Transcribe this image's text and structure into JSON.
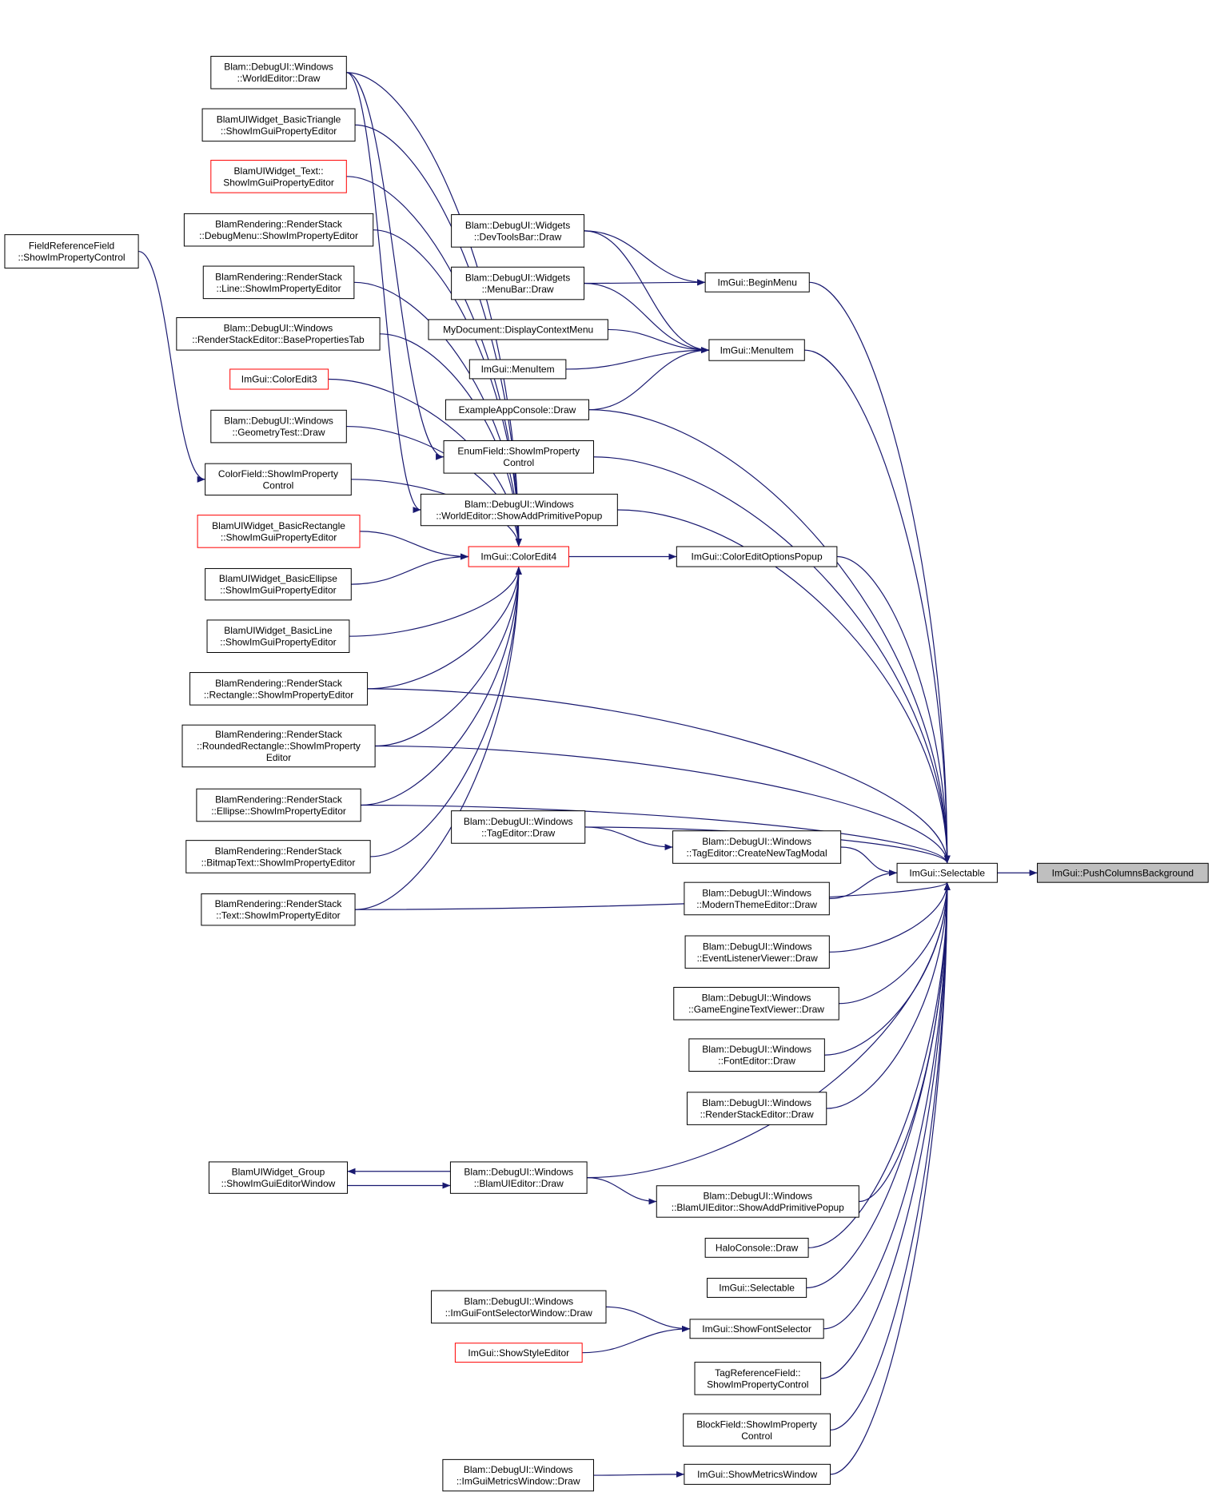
{
  "colors": {
    "edge": "#191970",
    "node_border": "#000000",
    "node_border_truncated": "#ff0000",
    "node_fill": "#ffffff",
    "root_fill": "#bfbfbf",
    "text": "#000000"
  },
  "nodes": [
    {
      "id": "push",
      "lines": [
        "ImGui::PushColumnsBackground"
      ],
      "root": true
    },
    {
      "id": "selectable",
      "lines": [
        "ImGui::Selectable"
      ]
    },
    {
      "id": "beginmenu",
      "lines": [
        "ImGui::BeginMenu"
      ]
    },
    {
      "id": "menuitem",
      "lines": [
        "ImGui::MenuItem"
      ]
    },
    {
      "id": "enumfield",
      "lines": [
        "EnumField::ShowImProperty",
        "Control"
      ]
    },
    {
      "id": "showaddprim",
      "lines": [
        "Blam::DebugUI::Windows",
        "::WorldEditor::ShowAddPrimitivePopup"
      ]
    },
    {
      "id": "coloredit4",
      "lines": [
        "ImGui::ColorEdit4"
      ],
      "truncated": true
    },
    {
      "id": "coloreditopts",
      "lines": [
        "ImGui::ColorEditOptionsPopup"
      ]
    },
    {
      "id": "devtoolsbar",
      "lines": [
        "Blam::DebugUI::Widgets",
        "::DevToolsBar::Draw"
      ]
    },
    {
      "id": "menubar",
      "lines": [
        "Blam::DebugUI::Widgets",
        "::MenuBar::Draw"
      ]
    },
    {
      "id": "mydoc",
      "lines": [
        "MyDocument::DisplayContextMenu"
      ]
    },
    {
      "id": "menuitem2",
      "lines": [
        "ImGui::MenuItem"
      ]
    },
    {
      "id": "appconsole",
      "lines": [
        "ExampleAppConsole::Draw"
      ]
    },
    {
      "id": "worldeditor",
      "lines": [
        "Blam::DebugUI::Windows",
        "::WorldEditor::Draw"
      ]
    },
    {
      "id": "basictri",
      "lines": [
        "BlamUIWidget_BasicTriangle",
        "::ShowImGuiPropertyEditor"
      ]
    },
    {
      "id": "uiwtext",
      "lines": [
        "BlamUIWidget_Text::",
        "ShowImGuiPropertyEditor"
      ],
      "truncated": true
    },
    {
      "id": "rsdebugmenu",
      "lines": [
        "BlamRendering::RenderStack",
        "::DebugMenu::ShowImPropertyEditor"
      ]
    },
    {
      "id": "rsline",
      "lines": [
        "BlamRendering::RenderStack",
        "::Line::ShowImPropertyEditor"
      ]
    },
    {
      "id": "rseditbase",
      "lines": [
        "Blam::DebugUI::Windows",
        "::RenderStackEditor::BasePropertiesTab"
      ]
    },
    {
      "id": "coloredit3",
      "lines": [
        "ImGui::ColorEdit3"
      ],
      "truncated": true
    },
    {
      "id": "geomtest",
      "lines": [
        "Blam::DebugUI::Windows",
        "::GeometryTest::Draw"
      ]
    },
    {
      "id": "colorfield",
      "lines": [
        "ColorField::ShowImProperty",
        "Control"
      ]
    },
    {
      "id": "basicrect",
      "lines": [
        "BlamUIWidget_BasicRectangle",
        "::ShowImGuiPropertyEditor"
      ],
      "truncated": true
    },
    {
      "id": "basicellipse",
      "lines": [
        "BlamUIWidget_BasicEllipse",
        "::ShowImGuiPropertyEditor"
      ]
    },
    {
      "id": "basicline",
      "lines": [
        "BlamUIWidget_BasicLine",
        "::ShowImGuiPropertyEditor"
      ]
    },
    {
      "id": "rsrect",
      "lines": [
        "BlamRendering::RenderStack",
        "::Rectangle::ShowImPropertyEditor"
      ]
    },
    {
      "id": "rsroundrect",
      "lines": [
        "BlamRendering::RenderStack",
        "::RoundedRectangle::ShowImProperty",
        "Editor"
      ]
    },
    {
      "id": "rsellipse",
      "lines": [
        "BlamRendering::RenderStack",
        "::Ellipse::ShowImPropertyEditor"
      ]
    },
    {
      "id": "rsbitmaptext",
      "lines": [
        "BlamRendering::RenderStack",
        "::BitmapText::ShowImPropertyEditor"
      ]
    },
    {
      "id": "rstext",
      "lines": [
        "BlamRendering::RenderStack",
        "::Text::ShowImPropertyEditor"
      ]
    },
    {
      "id": "fieldref",
      "lines": [
        "FieldReferenceField",
        "::ShowImPropertyControl"
      ]
    },
    {
      "id": "tageditor",
      "lines": [
        "Blam::DebugUI::Windows",
        "::TagEditor::Draw"
      ]
    },
    {
      "id": "tagmodal",
      "lines": [
        "Blam::DebugUI::Windows",
        "::TagEditor::CreateNewTagModal"
      ]
    },
    {
      "id": "moderntheme",
      "lines": [
        "Blam::DebugUI::Windows",
        "::ModernThemeEditor::Draw"
      ]
    },
    {
      "id": "eventlistener",
      "lines": [
        "Blam::DebugUI::Windows",
        "::EventListenerViewer::Draw"
      ]
    },
    {
      "id": "gameenginetext",
      "lines": [
        "Blam::DebugUI::Windows",
        "::GameEngineTextViewer::Draw"
      ]
    },
    {
      "id": "fonteditor",
      "lines": [
        "Blam::DebugUI::Windows",
        "::FontEditor::Draw"
      ]
    },
    {
      "id": "rseditdraw",
      "lines": [
        "Blam::DebugUI::Windows",
        "::RenderStackEditor::Draw"
      ]
    },
    {
      "id": "uiwgroup",
      "lines": [
        "BlamUIWidget_Group",
        "::ShowImGuiEditorWindow"
      ]
    },
    {
      "id": "uieditor",
      "lines": [
        "Blam::DebugUI::Windows",
        "::BlamUIEditor::Draw"
      ]
    },
    {
      "id": "uieditoraddprim",
      "lines": [
        "Blam::DebugUI::Windows",
        "::BlamUIEditor::ShowAddPrimitivePopup"
      ]
    },
    {
      "id": "haloconsole",
      "lines": [
        "HaloConsole::Draw"
      ]
    },
    {
      "id": "selectable2",
      "lines": [
        "ImGui::Selectable"
      ]
    },
    {
      "id": "fontselwin",
      "lines": [
        "Blam::DebugUI::Windows",
        "::ImGuiFontSelectorWindow::Draw"
      ]
    },
    {
      "id": "showfontsel",
      "lines": [
        "ImGui::ShowFontSelector"
      ]
    },
    {
      "id": "showstyle",
      "lines": [
        "ImGui::ShowStyleEditor"
      ],
      "truncated": true
    },
    {
      "id": "tagreffield",
      "lines": [
        "TagReferenceField::",
        "ShowImPropertyControl"
      ]
    },
    {
      "id": "blockfield",
      "lines": [
        "BlockField::ShowImProperty",
        "Control"
      ]
    },
    {
      "id": "metricswin",
      "lines": [
        "Blam::DebugUI::Windows",
        "::ImGuiMetricsWindow::Draw"
      ]
    },
    {
      "id": "showmetrics",
      "lines": [
        "ImGui::ShowMetricsWindow"
      ]
    }
  ],
  "edges": [
    [
      "selectable",
      "push"
    ],
    [
      "beginmenu",
      "selectable"
    ],
    [
      "menuitem",
      "selectable"
    ],
    [
      "appconsole",
      "selectable"
    ],
    [
      "enumfield",
      "selectable"
    ],
    [
      "showaddprim",
      "selectable"
    ],
    [
      "coloreditopts",
      "selectable"
    ],
    [
      "rsrect",
      "selectable"
    ],
    [
      "rsroundrect",
      "selectable"
    ],
    [
      "rsellipse",
      "selectable"
    ],
    [
      "rstext",
      "selectable"
    ],
    [
      "tageditor",
      "selectable"
    ],
    [
      "tagmodal",
      "selectable"
    ],
    [
      "moderntheme",
      "selectable"
    ],
    [
      "eventlistener",
      "selectable"
    ],
    [
      "gameenginetext",
      "selectable"
    ],
    [
      "fonteditor",
      "selectable"
    ],
    [
      "rseditdraw",
      "selectable"
    ],
    [
      "uieditor",
      "selectable"
    ],
    [
      "uieditoraddprim",
      "selectable"
    ],
    [
      "haloconsole",
      "selectable"
    ],
    [
      "selectable2",
      "selectable"
    ],
    [
      "showfontsel",
      "selectable"
    ],
    [
      "tagreffield",
      "selectable"
    ],
    [
      "blockfield",
      "selectable"
    ],
    [
      "showmetrics",
      "selectable"
    ],
    [
      "devtoolsbar",
      "beginmenu"
    ],
    [
      "menubar",
      "beginmenu"
    ],
    [
      "devtoolsbar",
      "menuitem"
    ],
    [
      "menubar",
      "menuitem"
    ],
    [
      "mydoc",
      "menuitem"
    ],
    [
      "menuitem2",
      "menuitem"
    ],
    [
      "appconsole",
      "menuitem"
    ],
    [
      "coloredit4",
      "coloreditopts"
    ],
    [
      "worldeditor",
      "coloredit4"
    ],
    [
      "basictri",
      "coloredit4"
    ],
    [
      "uiwtext",
      "coloredit4"
    ],
    [
      "rsdebugmenu",
      "coloredit4"
    ],
    [
      "rsline",
      "coloredit4"
    ],
    [
      "rseditbase",
      "coloredit4"
    ],
    [
      "coloredit3",
      "coloredit4"
    ],
    [
      "geomtest",
      "coloredit4"
    ],
    [
      "colorfield",
      "coloredit4"
    ],
    [
      "basicrect",
      "coloredit4"
    ],
    [
      "basicellipse",
      "coloredit4"
    ],
    [
      "basicline",
      "coloredit4"
    ],
    [
      "rsrect",
      "coloredit4"
    ],
    [
      "rsroundrect",
      "coloredit4"
    ],
    [
      "rsellipse",
      "coloredit4"
    ],
    [
      "rsbitmaptext",
      "coloredit4"
    ],
    [
      "rstext",
      "coloredit4"
    ],
    [
      "worldeditor",
      "enumfield"
    ],
    [
      "worldeditor",
      "showaddprim"
    ],
    [
      "fieldref",
      "colorfield"
    ],
    [
      "tageditor",
      "tagmodal"
    ],
    [
      "uiwgroup",
      "uieditor"
    ],
    [
      "uieditor",
      "uiwgroup"
    ],
    [
      "uieditor",
      "uieditoraddprim"
    ],
    [
      "fontselwin",
      "showfontsel"
    ],
    [
      "showstyle",
      "showfontsel"
    ],
    [
      "metricswin",
      "showmetrics"
    ]
  ]
}
